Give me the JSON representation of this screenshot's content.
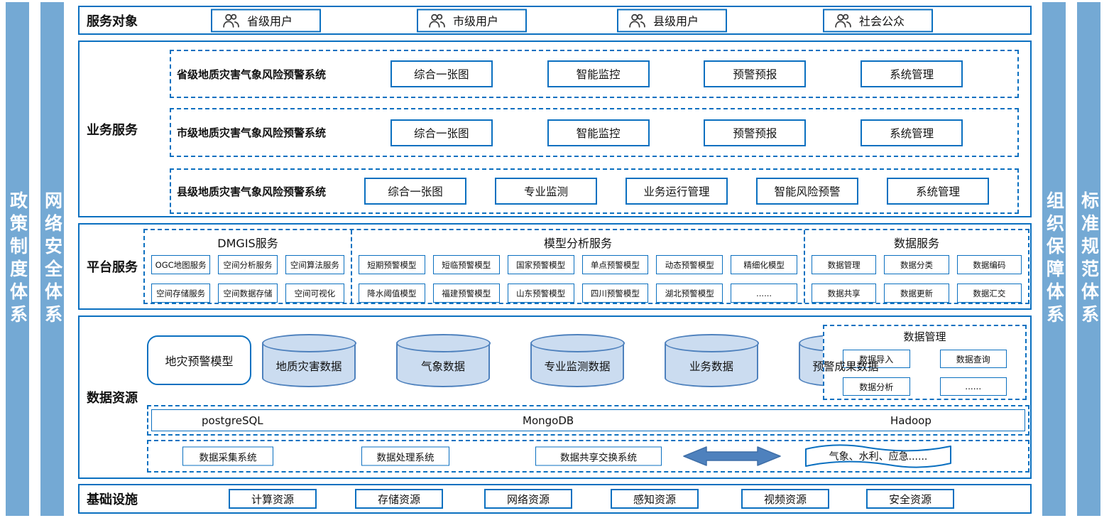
{
  "side_bars": {
    "left": [
      "政策制度体系",
      "网络安全体系"
    ],
    "right": [
      "组织保障体系",
      "标准规范体系"
    ]
  },
  "service_targets": {
    "label": "服务对象",
    "items": [
      "省级用户",
      "市级用户",
      "县级用户",
      "社会公众"
    ]
  },
  "business_services": {
    "label": "业务服务",
    "systems": [
      {
        "name": "省级地质灾害气象风险预警系统",
        "modules": [
          "综合一张图",
          "智能监控",
          "预警预报",
          "系统管理"
        ]
      },
      {
        "name": "市级地质灾害气象风险预警系统",
        "modules": [
          "综合一张图",
          "智能监控",
          "预警预报",
          "系统管理"
        ]
      },
      {
        "name": "县级地质灾害气象风险预警系统",
        "modules": [
          "综合一张图",
          "专业监测",
          "业务运行管理",
          "智能风险预警",
          "系统管理"
        ]
      }
    ]
  },
  "platform_services": {
    "label": "平台服务",
    "sections": [
      {
        "title": "DMGIS服务",
        "items": [
          "OGC地图服务",
          "空间分析服务",
          "空间算法服务",
          "空间存储服务",
          "空间数据存储",
          "空间可视化"
        ]
      },
      {
        "title": "模型分析服务",
        "items": [
          "短期预警模型",
          "短临预警模型",
          "国家预警模型",
          "单点预警模型",
          "动态预警模型",
          "精细化模型",
          "降水阈值模型",
          "福建预警模型",
          "山东预警模型",
          "四川预警模型",
          "湖北预警模型",
          "......"
        ]
      },
      {
        "title": "数据服务",
        "items": [
          "数据管理",
          "数据分类",
          "数据编码",
          "数据共享",
          "数据更新",
          "数据汇交"
        ]
      }
    ]
  },
  "data_resources": {
    "label": "数据资源",
    "model_box": "地灾预警模型",
    "cylinders": [
      "地质灾害数据",
      "气象数据",
      "专业监测数据",
      "业务数据",
      "预警成果数据"
    ],
    "data_management": {
      "title": "数据管理",
      "items": [
        "数据导入",
        "数据查询",
        "数据分析",
        "......"
      ]
    },
    "databases": [
      "postgreSQL",
      "MongoDB",
      "Hadoop"
    ],
    "systems": [
      "数据采集系统",
      "数据处理系统",
      "数据共享交换系统"
    ],
    "external": "气象、水利、应急......"
  },
  "infrastructure": {
    "label": "基础设施",
    "items": [
      "计算资源",
      "存储资源",
      "网络资源",
      "感知资源",
      "视频资源",
      "安全资源"
    ]
  },
  "icons": {
    "user": "two-person-outline",
    "exchange": "double-headed-arrow"
  },
  "colors": {
    "frame_blue": "#0B70C0",
    "bar_blue": "#74A9D4",
    "cylinder_fill": "#CBDCF0",
    "cylinder_border": "#4E81BD",
    "arrow_fill": "#4E81BD",
    "text": "#111111"
  }
}
